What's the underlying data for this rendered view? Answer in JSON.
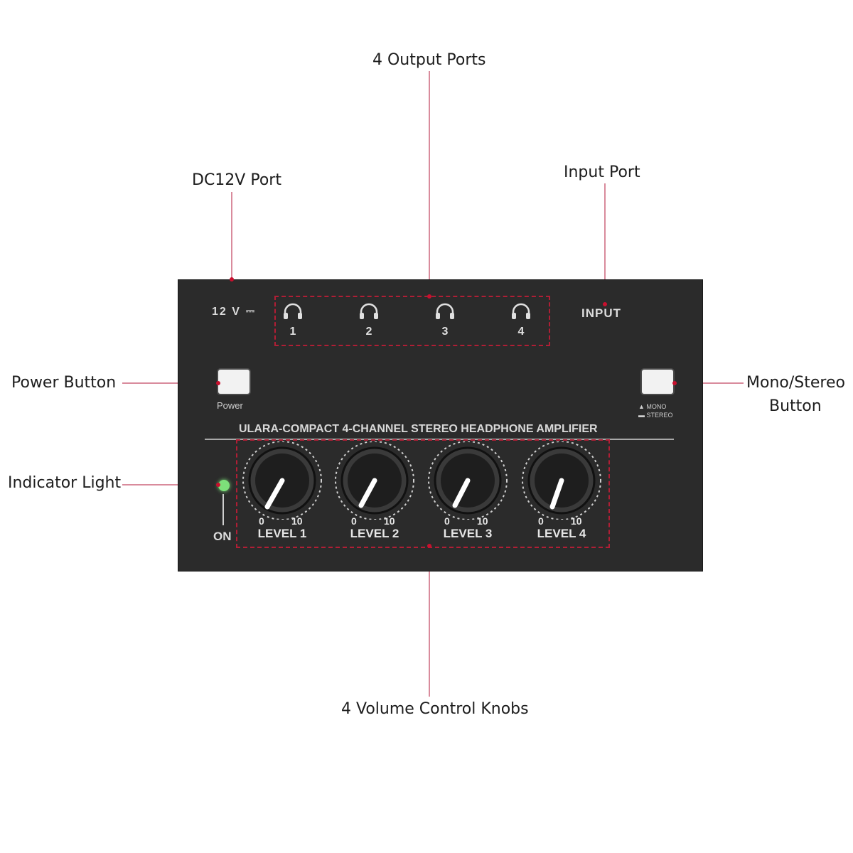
{
  "callouts": {
    "output_ports": "4 Output Ports",
    "dc_port": "DC12V Port",
    "input_port": "Input Port",
    "power_button": "Power Button",
    "mono_stereo_line1": "Mono/Stereo",
    "mono_stereo_line2": "Button",
    "indicator_light": "Indicator Light",
    "volume_knobs": "4 Volume Control Knobs"
  },
  "device": {
    "power_label": "12 V",
    "power_symbol": "⎓",
    "input_label": "INPUT",
    "ports": [
      {
        "number": "1",
        "icon": "headphones-icon"
      },
      {
        "number": "2",
        "icon": "headphones-icon"
      },
      {
        "number": "3",
        "icon": "headphones-icon"
      },
      {
        "number": "4",
        "icon": "headphones-icon"
      }
    ],
    "power_button_label": "Power",
    "mono_label": "MONO",
    "stereo_label": "STEREO",
    "title": "ULARA-COMPACT 4-CHANNEL STEREO HEADPHONE AMPLIFIER",
    "on_label": "ON",
    "knobs": [
      {
        "min": "0",
        "max": "10",
        "label": "LEVEL 1"
      },
      {
        "min": "0",
        "max": "10",
        "label": "LEVEL 2"
      },
      {
        "min": "0",
        "max": "10",
        "label": "LEVEL 3"
      },
      {
        "min": "0",
        "max": "10",
        "label": "LEVEL 4"
      }
    ]
  },
  "colors": {
    "callout_line": "#d98b9c",
    "callout_dot": "#c8102e",
    "device_body": "#2b2b2b",
    "indicator": "#7de07a"
  }
}
